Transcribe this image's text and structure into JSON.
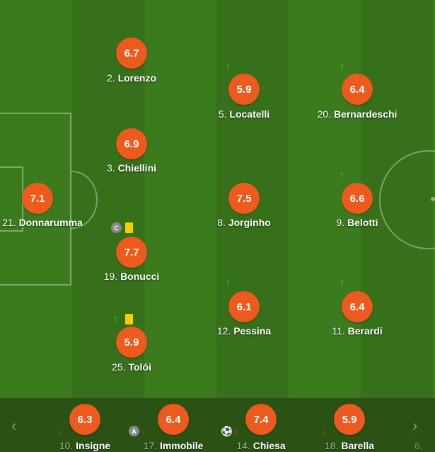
{
  "players": [
    {
      "id": "lorenzo",
      "rating": "6.7",
      "number": "2.",
      "name": "Lorenzo"
    },
    {
      "id": "chiellini",
      "rating": "6.9",
      "number": "3.",
      "name": "Chiellini"
    },
    {
      "id": "donnarumma",
      "rating": "7.1",
      "number": "21.",
      "name": "Donnarumma"
    },
    {
      "id": "bonucci",
      "rating": "7.7",
      "number": "19.",
      "name": "Bonucci",
      "captain": "C"
    },
    {
      "id": "toloi",
      "rating": "5.9",
      "number": "25.",
      "name": "Tolói"
    },
    {
      "id": "locatelli",
      "rating": "5.9",
      "number": "5.",
      "name": "Locatelli"
    },
    {
      "id": "jorginho",
      "rating": "7.5",
      "number": "8.",
      "name": "Jorginho"
    },
    {
      "id": "pessina",
      "rating": "6.1",
      "number": "12.",
      "name": "Pessina"
    },
    {
      "id": "bernardeschi",
      "rating": "6.4",
      "number": "20.",
      "name": "Bernardeschi"
    },
    {
      "id": "belotti",
      "rating": "6.6",
      "number": "9.",
      "name": "Belotti"
    },
    {
      "id": "berardi",
      "rating": "6.4",
      "number": "11.",
      "name": "Berardi"
    }
  ],
  "bench": [
    {
      "id": "insigne",
      "rating": "6.3",
      "number": "10.",
      "name": "Insigne"
    },
    {
      "id": "immobile",
      "rating": "6.4",
      "number": "17.",
      "name": "Immobile",
      "badge": "A"
    },
    {
      "id": "chiesa",
      "rating": "7.4",
      "number": "14.",
      "name": "Chiesa"
    },
    {
      "id": "barella",
      "rating": "5.9",
      "number": "18.",
      "name": "Barella"
    },
    {
      "id": "partial",
      "number": "6."
    }
  ],
  "icons": {
    "sub_in": "arrow-up-icon",
    "sub_out": "arrow-down-icon",
    "yellow_card": "yellow-card-icon",
    "goal": "soccer-ball-icon"
  },
  "colors": {
    "rating_bg": "#ec5a1e",
    "sub_in": "#22e232",
    "sub_out": "#e23b2b",
    "yellow_card": "#f6d000"
  },
  "nav": {
    "prev": "‹",
    "next": "›"
  }
}
